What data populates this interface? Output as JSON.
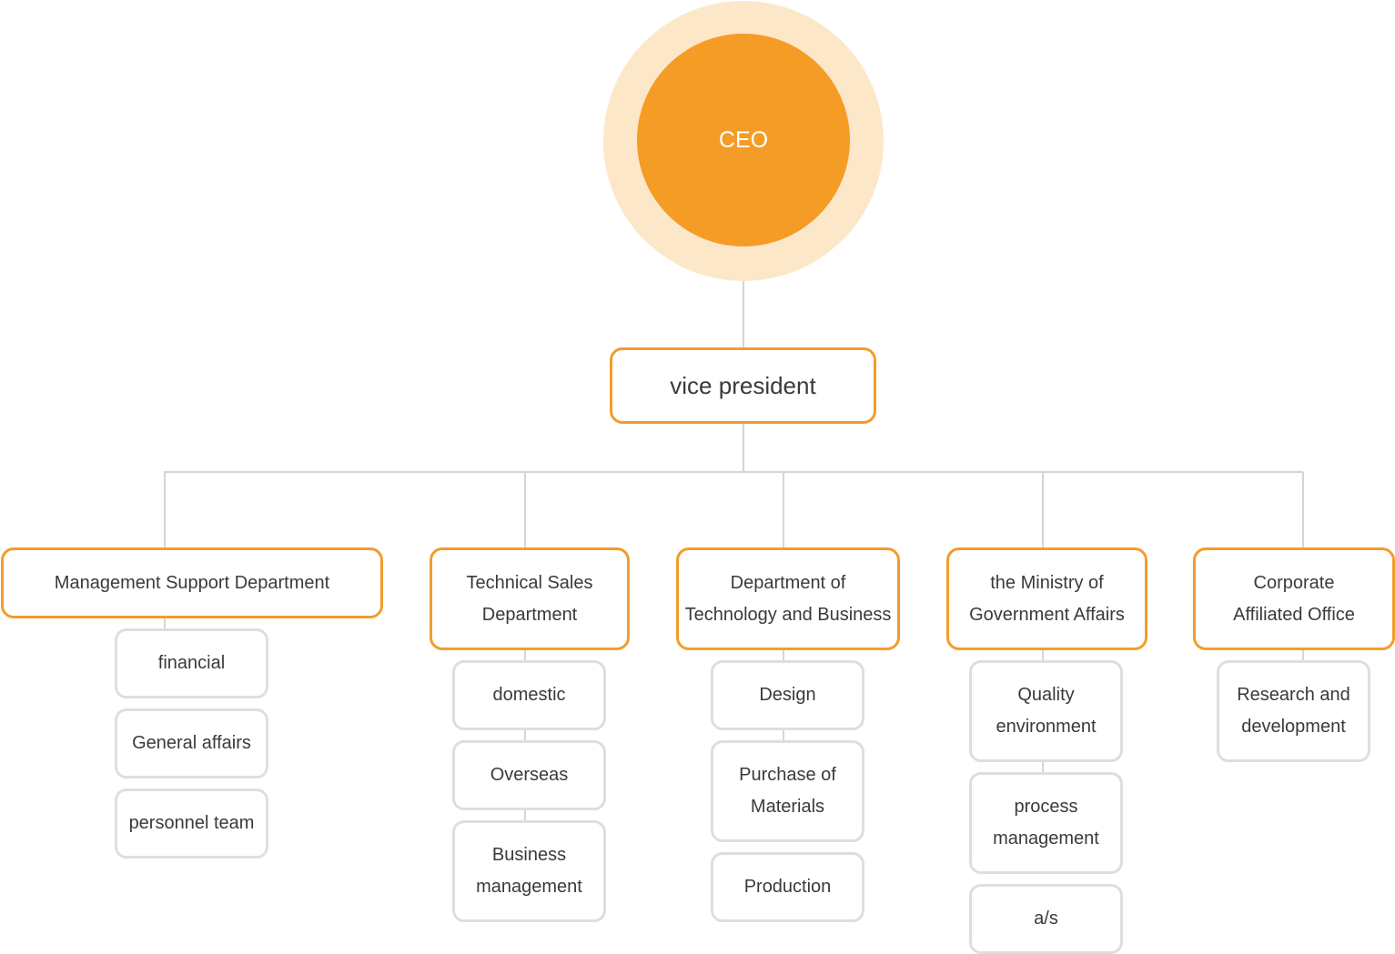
{
  "ceo": {
    "label": "CEO"
  },
  "vice_president": {
    "label": "vice president"
  },
  "departments": [
    {
      "name": "Management Support Department",
      "units": [
        "financial",
        "General affairs",
        "personnel team"
      ]
    },
    {
      "name": "Technical Sales\nDepartment",
      "units": [
        "domestic",
        "Overseas",
        "Business\nmanagement"
      ]
    },
    {
      "name": "Department of\nTechnology and Business",
      "units": [
        "Design",
        "Purchase of\nMaterials",
        "Production"
      ]
    },
    {
      "name": "the Ministry of\nGovernment Affairs",
      "units": [
        "Quality\nenvironment",
        "process\nmanagement",
        "a/s"
      ]
    },
    {
      "name": "Corporate\nAffiliated Office",
      "units": [
        "Research and\ndevelopment"
      ]
    }
  ],
  "colors": {
    "ceo_fill": "#f59c26",
    "ceo_halo": "#fde7c9",
    "accent_border": "#f39c2b",
    "unit_border": "#dedede",
    "connector": "#d5d5d5",
    "text": "#3a3a3a"
  }
}
